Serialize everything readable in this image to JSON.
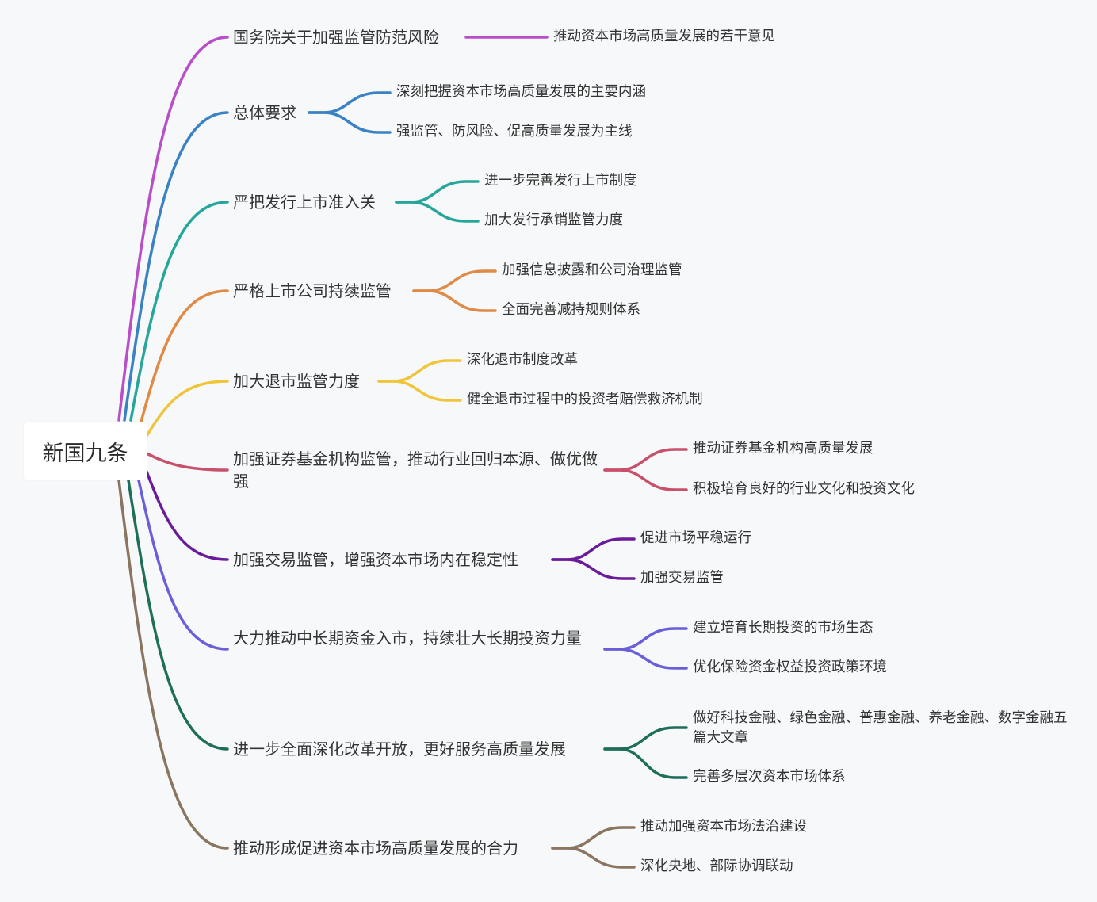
{
  "root": {
    "label": "新国九条"
  },
  "branches": [
    {
      "label": "国务院关于加强监管防范风险",
      "color": "#b84fc9",
      "children": [
        "推动资本市场高质量发展的若干意见"
      ]
    },
    {
      "label": "总体要求",
      "color": "#3a82c4",
      "children": [
        "深刻把握资本市场高质量发展的主要内涵",
        "强监管、防风险、促高质量发展为主线"
      ]
    },
    {
      "label": "严把发行上市准入关",
      "color": "#26a69a",
      "children": [
        "进一步完善发行上市制度",
        "加大发行承销监管力度"
      ]
    },
    {
      "label": "严格上市公司持续监管",
      "color": "#e08a45",
      "children": [
        "加强信息披露和公司治理监管",
        "全面完善减持规则体系"
      ]
    },
    {
      "label": "加大退市监管力度",
      "color": "#f0c53a",
      "children": [
        "深化退市制度改革",
        "健全退市过程中的投资者赔偿救济机制"
      ]
    },
    {
      "label": "加强证券基金机构监管，推动行业回归本源、做优做强",
      "color": "#c9506a",
      "children": [
        "推动证券基金机构高质量发展",
        "积极培育良好的行业文化和投资文化"
      ]
    },
    {
      "label": "加强交易监管，增强资本市场内在稳定性",
      "color": "#6a1b9a",
      "children": [
        "促进市场平稳运行",
        "加强交易监管"
      ]
    },
    {
      "label": "大力推动中长期资金入市，持续壮大长期投资力量",
      "color": "#6a5fd8",
      "children": [
        "建立培育长期投资的市场生态",
        "优化保险资金权益投资政策环境"
      ]
    },
    {
      "label": "进一步全面深化改革开放，更好服务高质量发展",
      "color": "#1f6e5a",
      "children": [
        "做好科技金融、绿色金融、普惠金融、养老金融、数字金融五篇大文章",
        "完善多层次资本市场体系"
      ]
    },
    {
      "label": "推动形成促进资本市场高质量发展的合力",
      "color": "#8a7560",
      "children": [
        "推动加强资本市场法治建设",
        "深化央地、部际协调联动"
      ]
    }
  ]
}
